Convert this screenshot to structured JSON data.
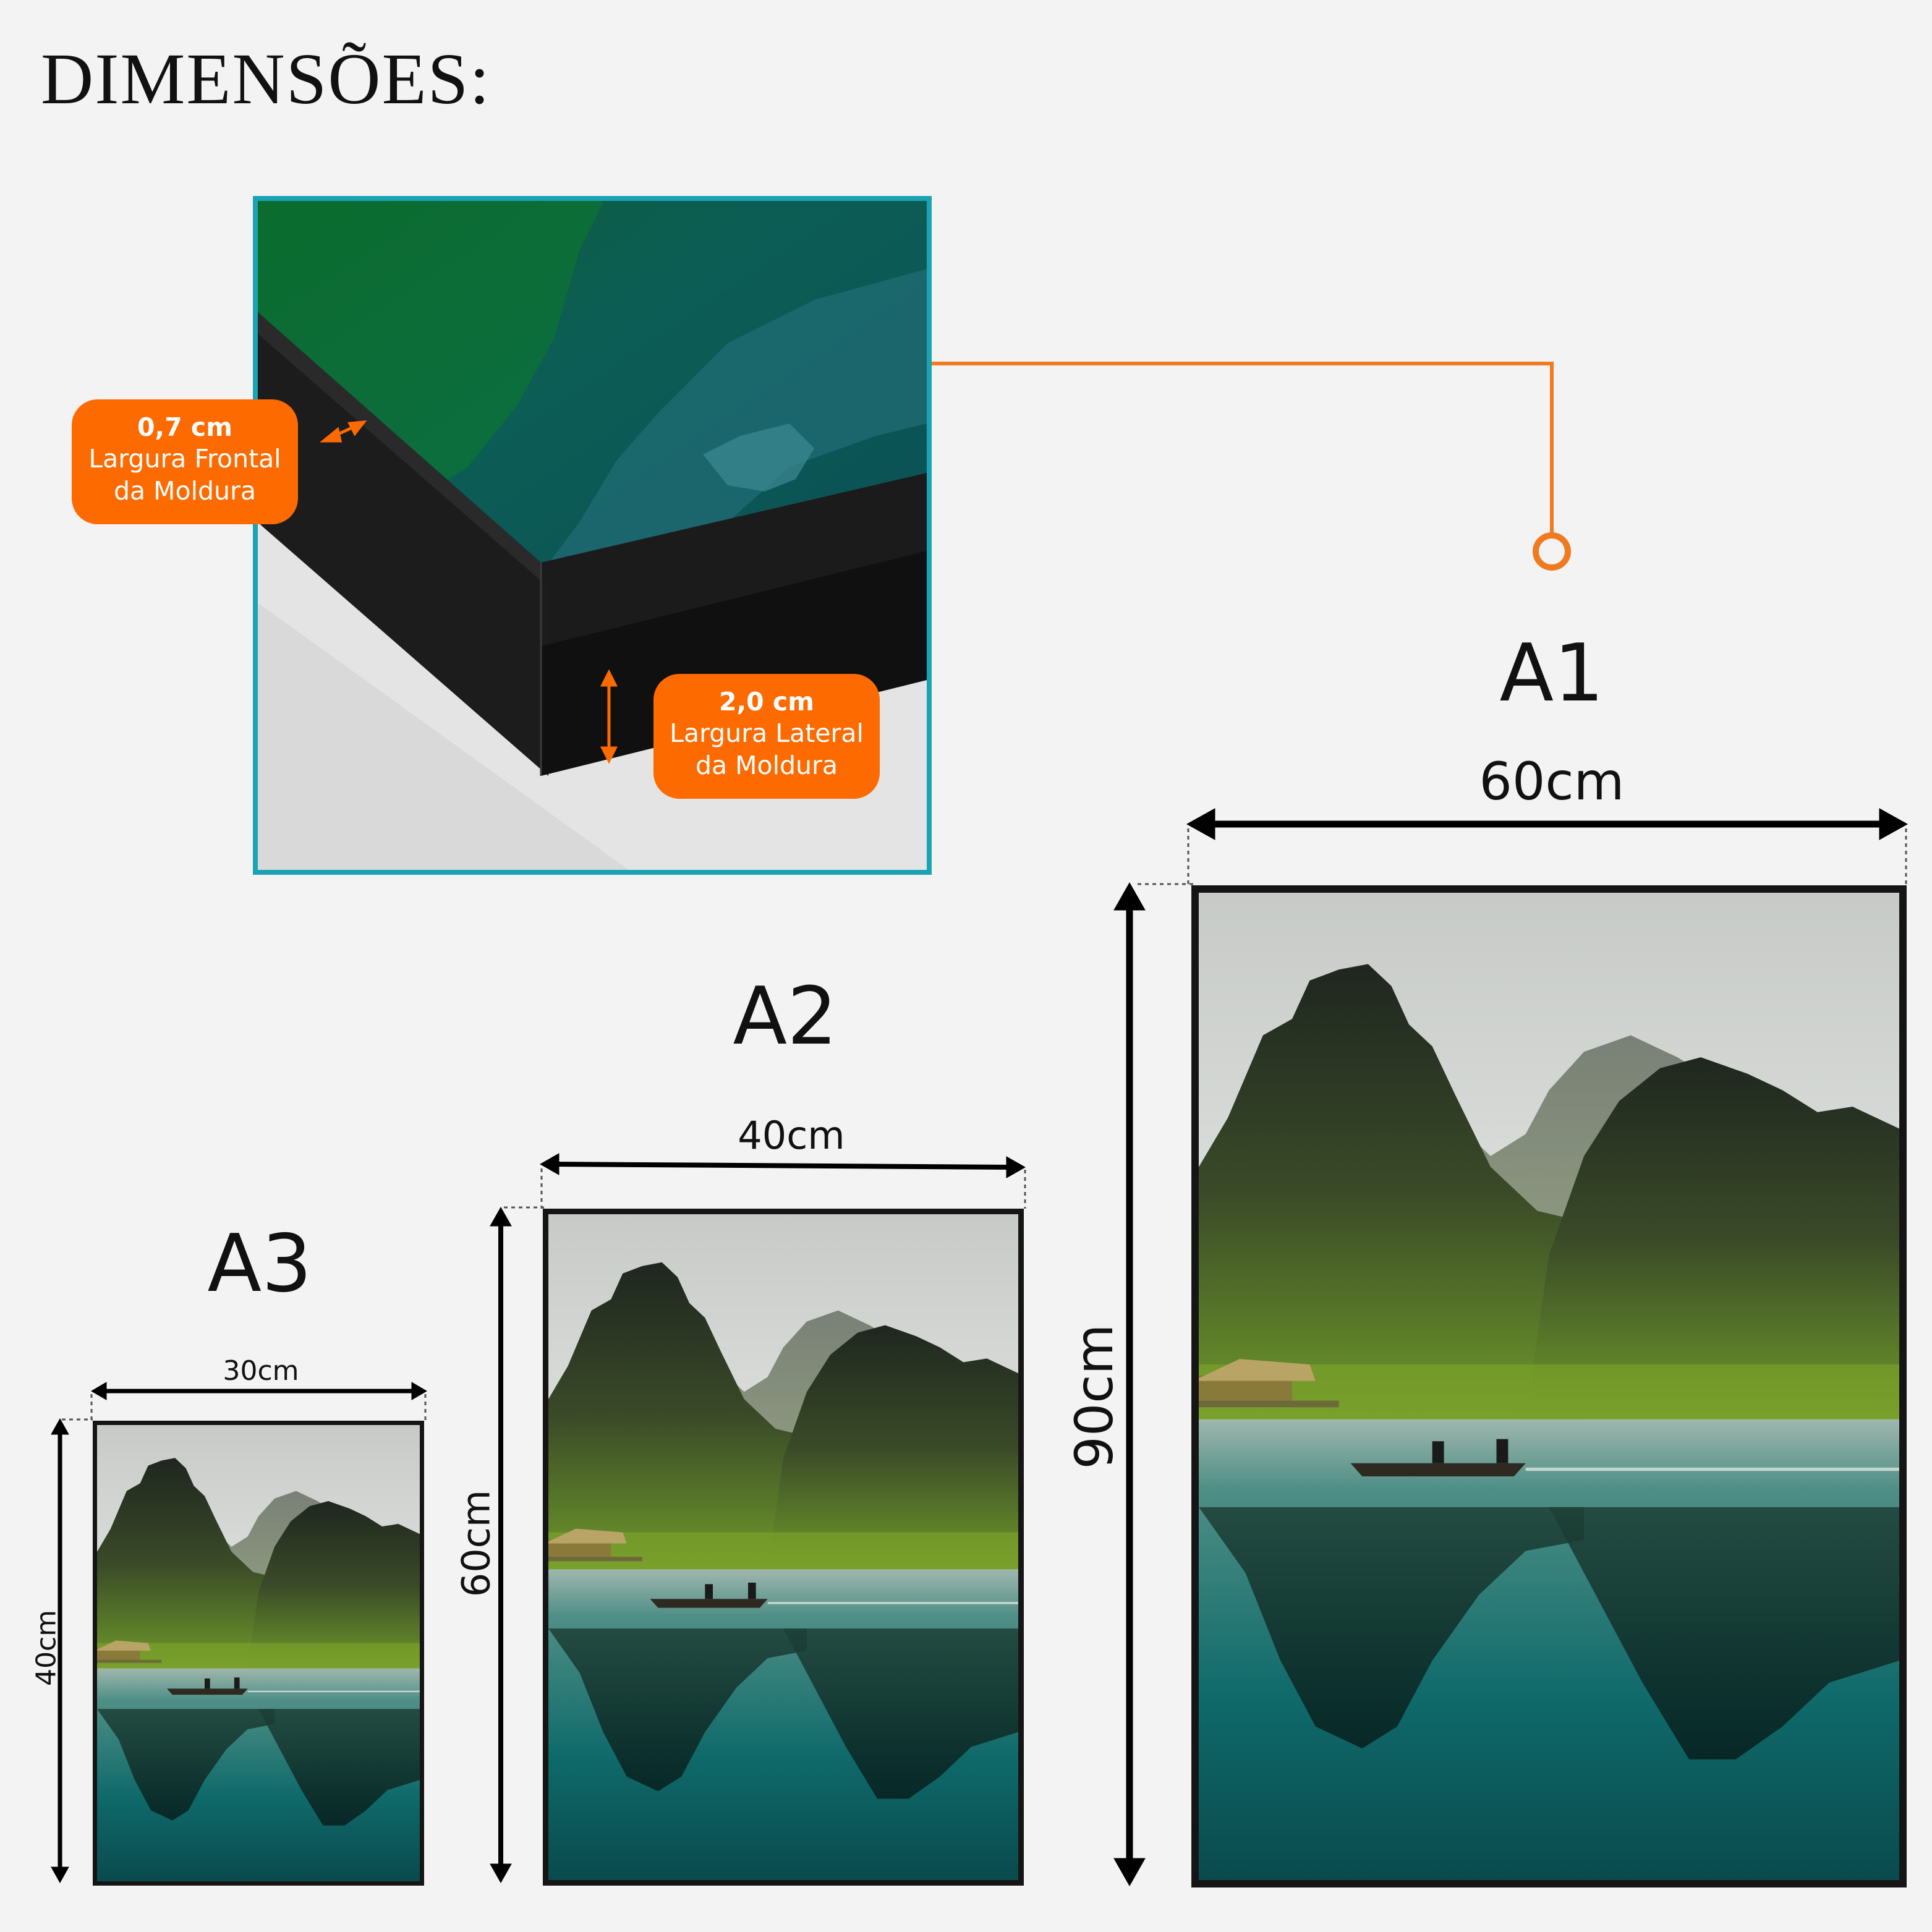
{
  "title": "DIMENSÕES:",
  "frame_detail": {
    "front_width": {
      "value": "0,7 cm",
      "line1": "Largura Frontal",
      "line2": "da Moldura"
    },
    "side_width": {
      "value": "2,0 cm",
      "line1": "Largura Lateral",
      "line2": "da Moldura"
    }
  },
  "sizes": [
    {
      "name": "A1",
      "width": "60cm",
      "height": "90cm"
    },
    {
      "name": "A2",
      "width": "40cm",
      "height": "60cm"
    },
    {
      "name": "A3",
      "width": "30cm",
      "height": "40cm"
    }
  ],
  "colors": {
    "accent": "#fd6a00",
    "detail_border": "#1aa3b4",
    "frame": "#151515",
    "background": "#f3f3f3"
  }
}
